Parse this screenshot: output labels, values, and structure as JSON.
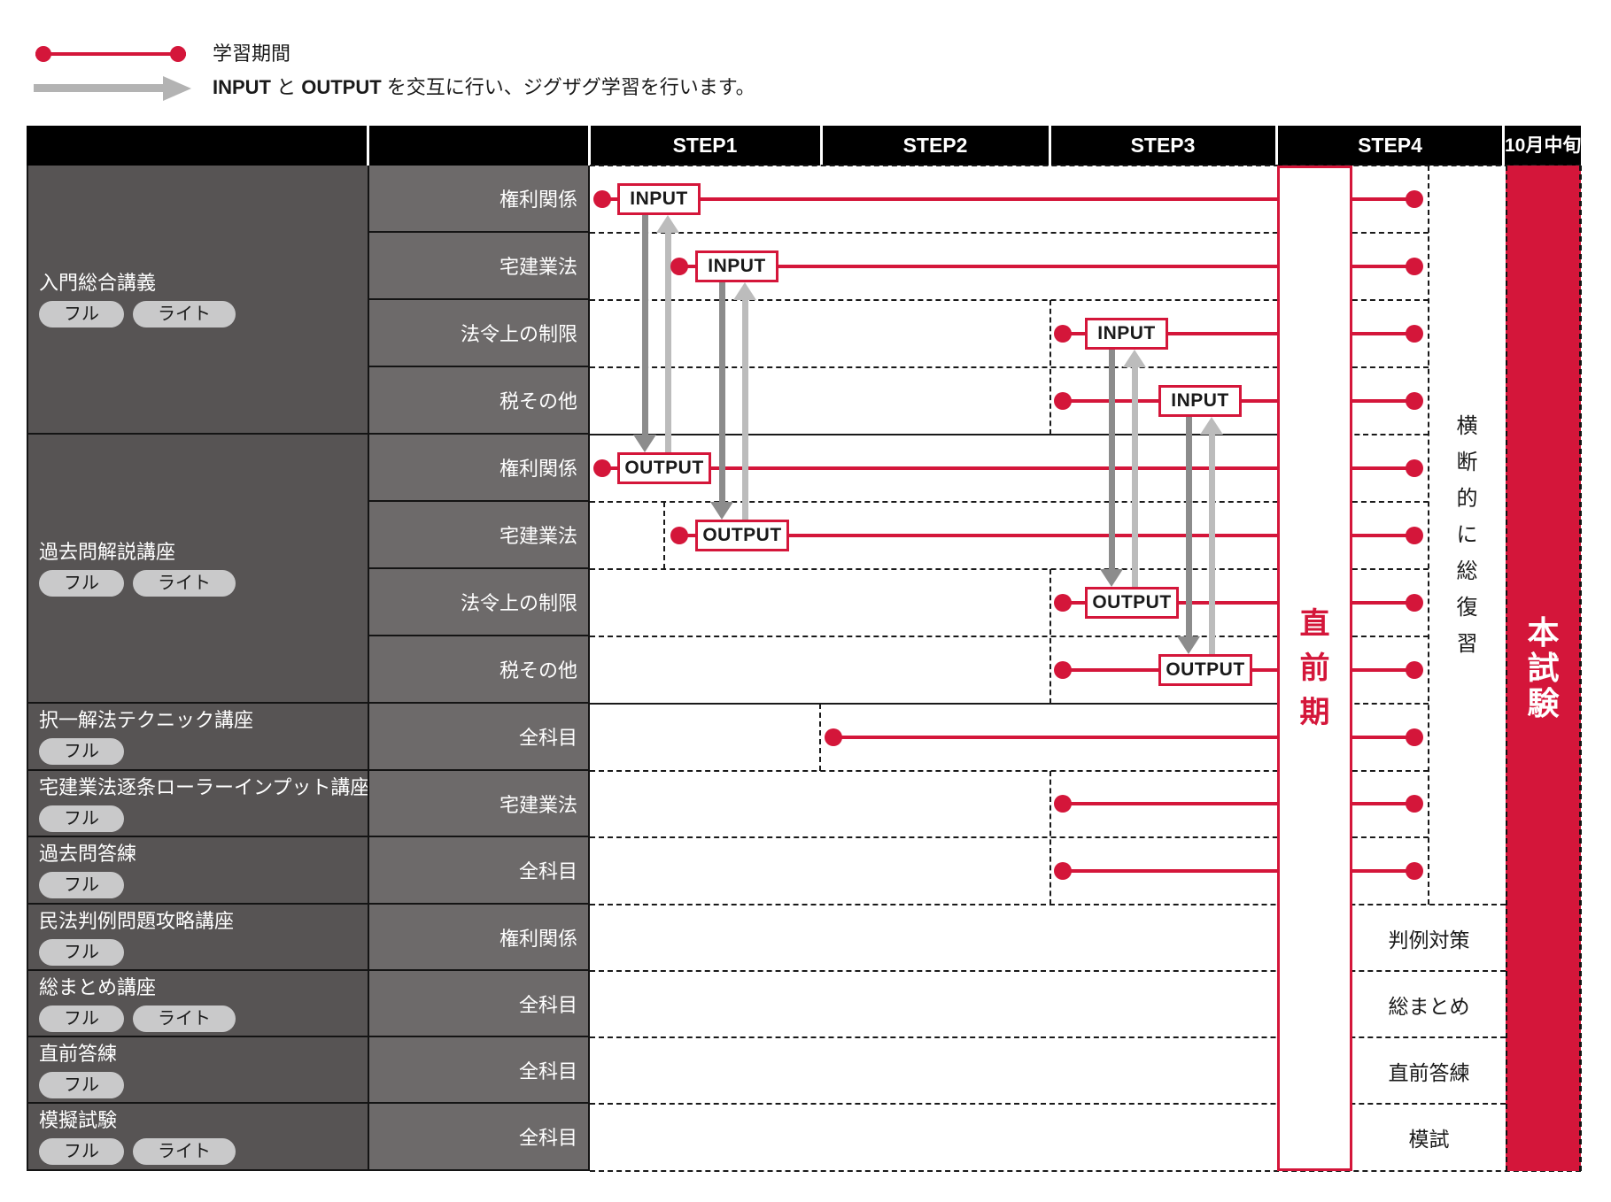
{
  "legend": {
    "period": "学習期間",
    "zigzag_b1": "INPUT",
    "zigzag_mid": " と ",
    "zigzag_b2": "OUTPUT",
    "zigzag_rest": " を交互に行い、ジグザグ学習を行います。"
  },
  "header": {
    "steps": [
      "STEP1",
      "STEP2",
      "STEP3",
      "STEP4"
    ],
    "deadline": "10月中旬"
  },
  "sidebar": {
    "groups": [
      {
        "title": "入門総合講義",
        "badges": [
          "フル",
          "ライト"
        ]
      },
      {
        "title": "過去問解説講座",
        "badges": [
          "フル",
          "ライト"
        ]
      },
      {
        "title": "択一解法テクニック講座",
        "badges": [
          "フル"
        ]
      },
      {
        "title": "宅建業法逐条ローラーインプット講座",
        "badges": [
          "フル"
        ]
      },
      {
        "title": "過去問答練",
        "badges": [
          "フル"
        ]
      },
      {
        "title": "民法判例問題攻略講座",
        "badges": [
          "フル"
        ]
      },
      {
        "title": "総まとめ講座",
        "badges": [
          "フル",
          "ライト"
        ]
      },
      {
        "title": "直前答練",
        "badges": [
          "フル"
        ]
      },
      {
        "title": "模擬試験",
        "badges": [
          "フル",
          "ライト"
        ]
      }
    ]
  },
  "marks": {
    "input": "INPUT",
    "output": "OUTPUT"
  },
  "right": {
    "pre_exam": "直前期",
    "cross_review": "横断的に総復習",
    "exam": "本試験",
    "step4_labels": [
      "判例対策",
      "総まとめ",
      "直前答練",
      "模試"
    ]
  },
  "timeline_rows": [
    {
      "subject": "権利関係",
      "mark": "INPUT",
      "starts_at": "STEP1",
      "step4_review": true
    },
    {
      "subject": "宅建業法",
      "mark": "INPUT",
      "starts_at": "STEP1",
      "step4_review": true
    },
    {
      "subject": "法令上の制限",
      "mark": "INPUT",
      "starts_at": "STEP3",
      "step4_review": true
    },
    {
      "subject": "税その他",
      "mark": "INPUT",
      "starts_at": "STEP3",
      "step4_review": true
    },
    {
      "subject": "権利関係",
      "mark": "OUTPUT",
      "starts_at": "STEP1",
      "step4_review": true
    },
    {
      "subject": "宅建業法",
      "mark": "OUTPUT",
      "starts_at": "STEP1",
      "step4_review": true
    },
    {
      "subject": "法令上の制限",
      "mark": "OUTPUT",
      "starts_at": "STEP3",
      "step4_review": true
    },
    {
      "subject": "税その他",
      "mark": "OUTPUT",
      "starts_at": "STEP3",
      "step4_review": true
    },
    {
      "subject": "全科目",
      "mark": null,
      "starts_at": "STEP2",
      "step4_review": true
    },
    {
      "subject": "宅建業法",
      "mark": null,
      "starts_at": "STEP3",
      "step4_review": true
    },
    {
      "subject": "全科目",
      "mark": null,
      "starts_at": "STEP3",
      "step4_review": true
    },
    {
      "subject": "権利関係",
      "mark": null,
      "starts_at": null,
      "step4_label": "判例対策"
    },
    {
      "subject": "全科目",
      "mark": null,
      "starts_at": null,
      "step4_label": "総まとめ"
    },
    {
      "subject": "全科目",
      "mark": null,
      "starts_at": null,
      "step4_label": "直前答練"
    },
    {
      "subject": "全科目",
      "mark": null,
      "starts_at": null,
      "step4_label": "模試"
    }
  ],
  "colors": {
    "red": "#d4163a",
    "sidebar_bg": "#575454",
    "subject_bg": "#6d6a6a",
    "badge_bg": "#c9c9ca",
    "arrow_dark": "#8c8c8c",
    "arrow_light": "#bcbcbc",
    "legend_arrow": "#b3b3b3"
  }
}
